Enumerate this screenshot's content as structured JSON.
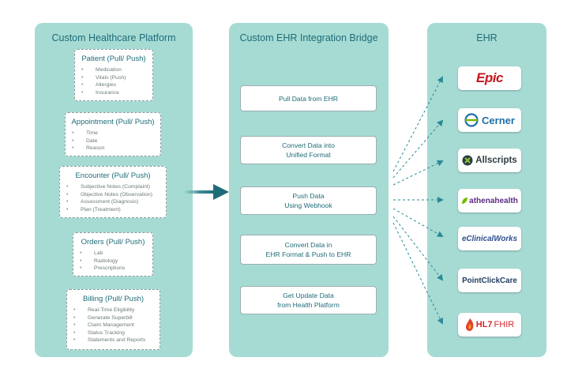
{
  "panels": {
    "left_title": "Custom Healthcare Platform",
    "middle_title": "Custom EHR Integration Bridge",
    "right_title": "EHR"
  },
  "cards": [
    {
      "title": "Patient (Pull/ Push)",
      "items": [
        "Medication",
        "Vitals (Push)",
        "Allergies",
        "Insurance"
      ]
    },
    {
      "title": "Appointment (Pull/ Push)",
      "items": [
        "Time",
        "Date",
        "Reason"
      ]
    },
    {
      "title": "Encounter (Pull/ Push)",
      "items": [
        "Subjective Notes (Complaint)",
        "Objective Notes (Observation)",
        "Assessment (Diagnosis)",
        "Plan (Treatment)"
      ]
    },
    {
      "title": "Orders (Pull/ Push)",
      "items": [
        "Lab",
        "Radiology",
        "Prescriptions"
      ]
    },
    {
      "title": "Billing (Pull/ Push)",
      "items": [
        "Real-Time Eligibility",
        "Generate Superbill",
        "Claim Management",
        "Status Tracking",
        "Statements and Reports"
      ]
    }
  ],
  "steps": [
    "Pull Data from EHR",
    "Convert Data into\nUnified Format",
    "Push Data\nUsing Webhook",
    "Convert Data in\nEHR Format & Push to EHR",
    "Get Update Data\nfrom Health Platform"
  ],
  "ehr_logos": {
    "epic": "Epic",
    "cerner": "Cerner",
    "allscripts": "Allscripts",
    "athena": "athenahealth",
    "eclinicalworks": "eClinicalWorks",
    "pointclickcare": "PointClickCare",
    "hl7_a": "HL7",
    "hl7_b": "FHIR"
  },
  "colors": {
    "panel": "#a6dbd4",
    "accent": "#1f6c78",
    "arrow": "#2b8a95",
    "epic": "#c4161c",
    "cerner_blue": "#1d6fa8",
    "cerner_green": "#7ab800",
    "hl7": "#d4272b"
  }
}
